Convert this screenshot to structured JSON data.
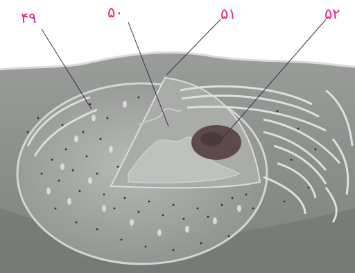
{
  "labels": [
    {
      "id": "label-49",
      "text": "۴۹"
    },
    {
      "id": "label-50",
      "text": "۵۰"
    },
    {
      "id": "label-51",
      "text": "۵۱"
    },
    {
      "id": "label-52",
      "text": "۵۲"
    }
  ],
  "colors": {
    "label": "#e0208c",
    "background": "#ffffff",
    "cytoplasm": "#8c8f8c",
    "nucleus": "#a2a5a2",
    "membrane": "#d9dbd9",
    "nucleolus": "#5e4a4c",
    "ribosome": "#2b2d2b",
    "leader": "#333333"
  }
}
